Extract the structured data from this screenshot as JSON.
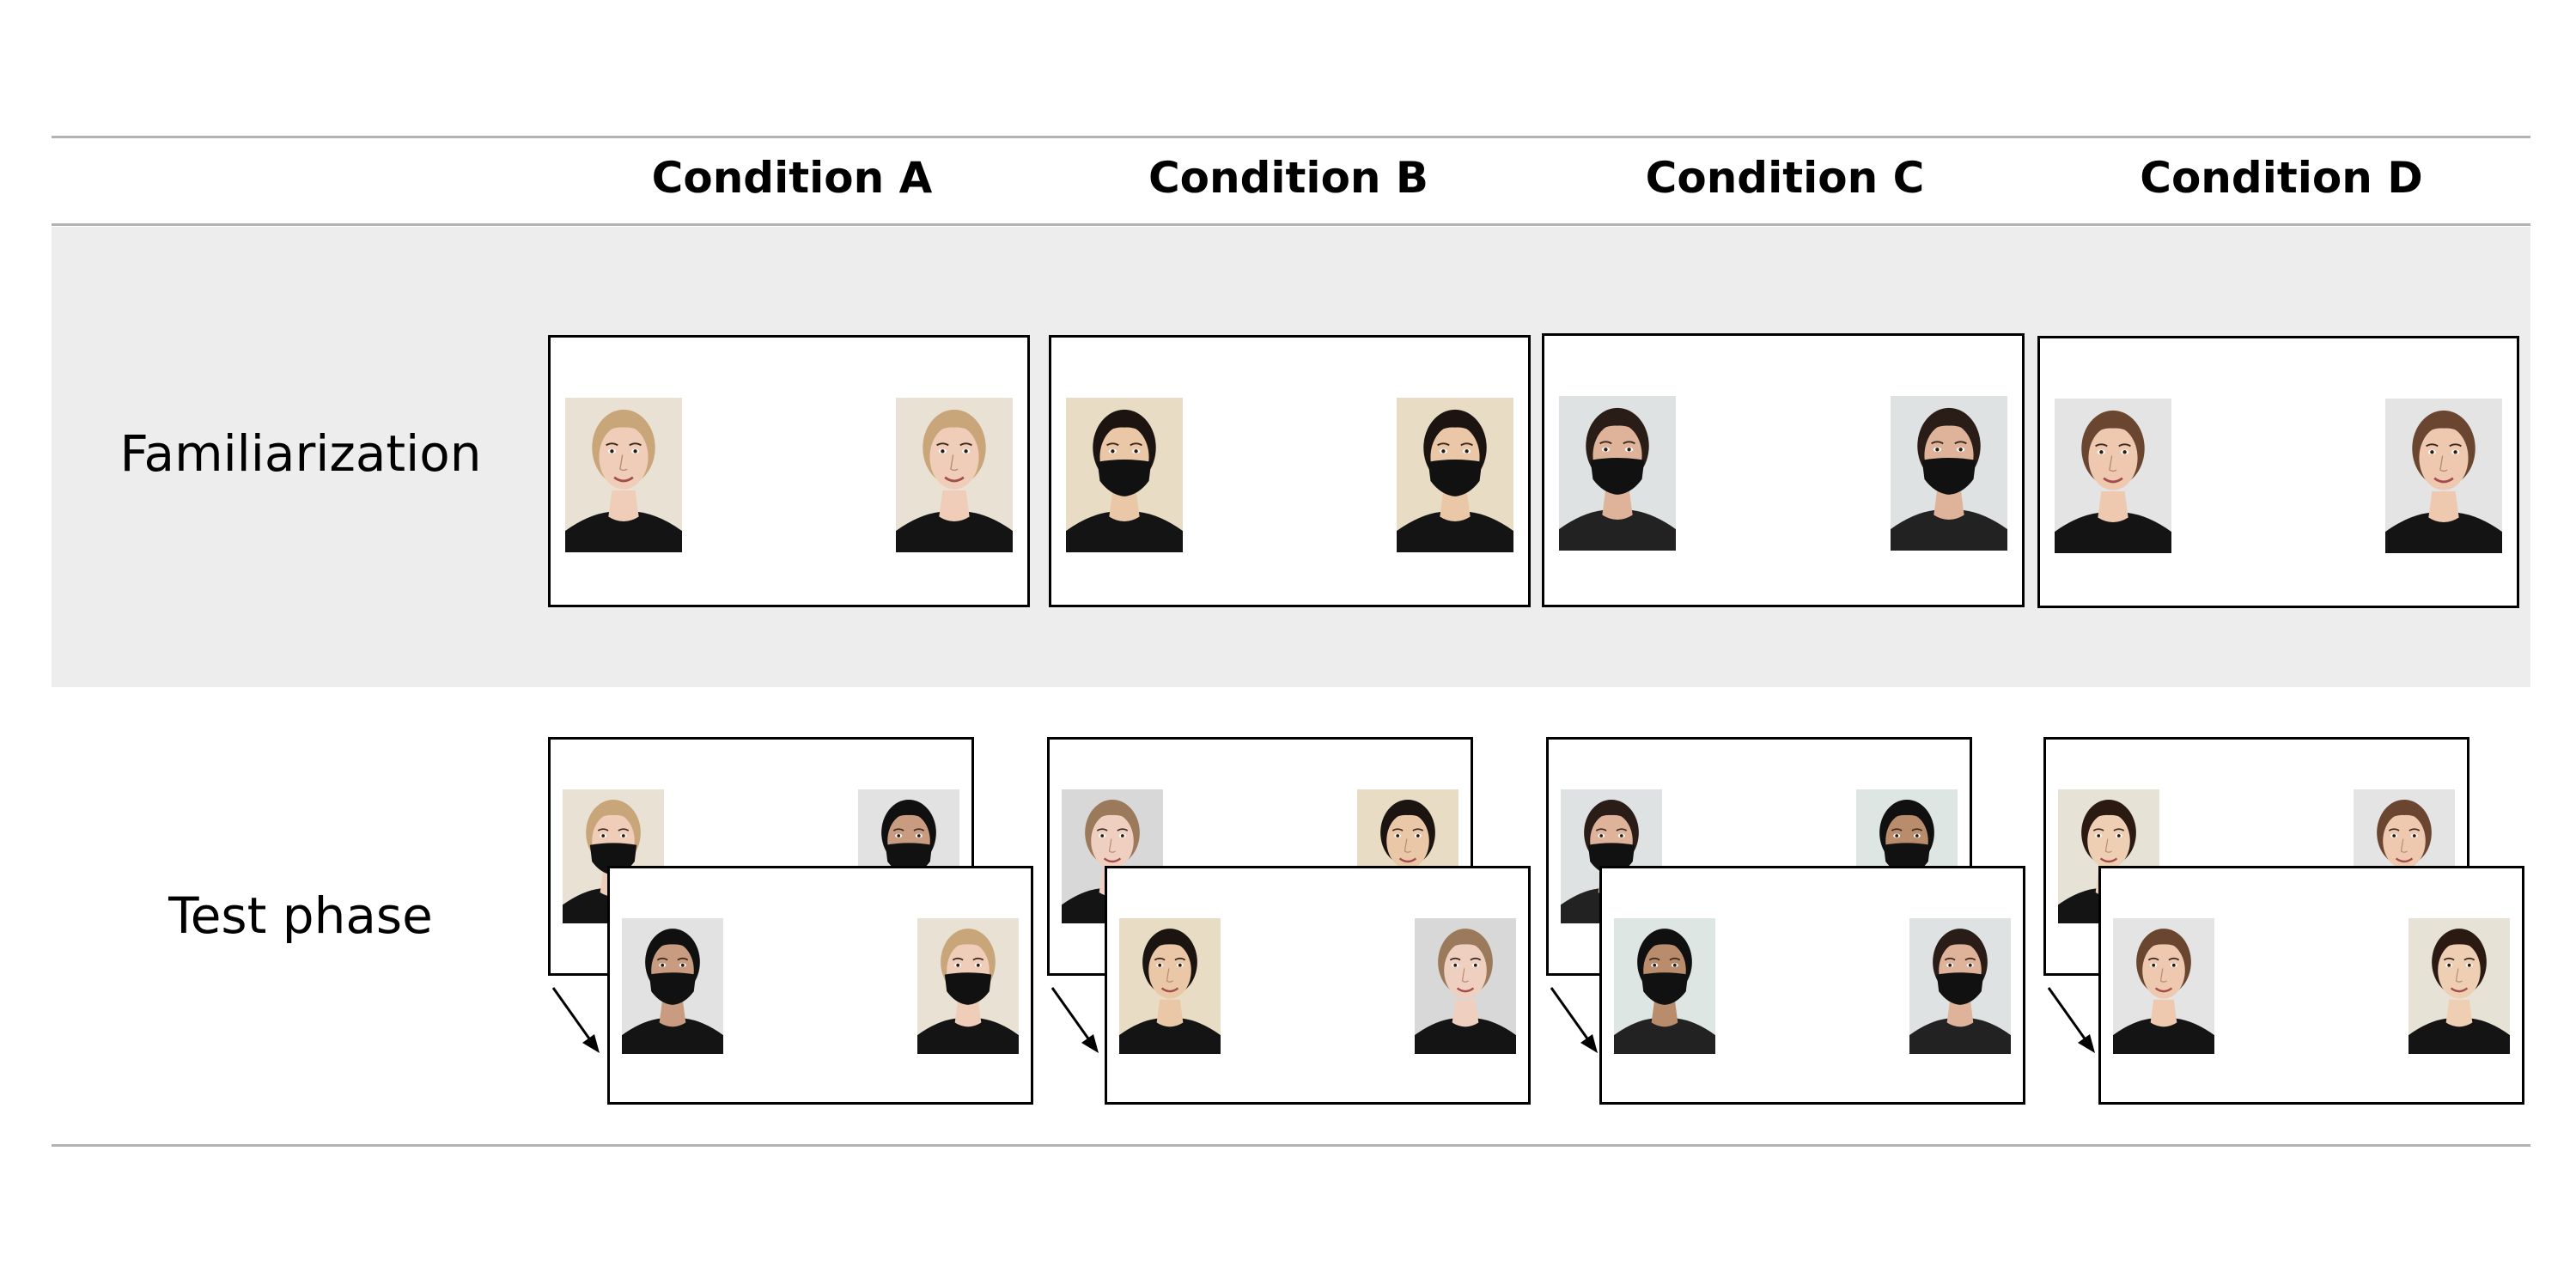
{
  "columns": [
    "Condition A",
    "Condition B",
    "Condition C",
    "Condition D"
  ],
  "rows": [
    "Familiarization",
    "Test phase"
  ],
  "colors": {
    "rule": "#b3b3b3",
    "band": "#ededed",
    "frame": "#000000",
    "mask": "#111111"
  },
  "familiarization": [
    {
      "left": {
        "bg": "#e9e2d4",
        "skin": "#efcdb8",
        "hair": "#c9a67a",
        "shirt": "#141414",
        "mask": false
      },
      "right": {
        "bg": "#e9e2d4",
        "skin": "#efcdb8",
        "hair": "#c9a67a",
        "shirt": "#141414",
        "mask": false
      }
    },
    {
      "left": {
        "bg": "#e8dcc4",
        "skin": "#eac7a6",
        "hair": "#1b1410",
        "shirt": "#141414",
        "mask": true
      },
      "right": {
        "bg": "#e8dcc4",
        "skin": "#eac7a6",
        "hair": "#1b1410",
        "shirt": "#141414",
        "mask": true
      }
    },
    {
      "left": {
        "bg": "#dfe2e2",
        "skin": "#dfb39a",
        "hair": "#2a1c16",
        "shirt": "#222222",
        "mask": true
      },
      "right": {
        "bg": "#dfe2e2",
        "skin": "#dfb39a",
        "hair": "#2a1c16",
        "shirt": "#222222",
        "mask": true
      }
    },
    {
      "left": {
        "bg": "#e4e4e4",
        "skin": "#efc8b0",
        "hair": "#6a4630",
        "shirt": "#141414",
        "mask": false
      },
      "right": {
        "bg": "#e4e4e4",
        "skin": "#efc8b0",
        "hair": "#6a4630",
        "shirt": "#141414",
        "mask": false
      }
    }
  ],
  "test": [
    {
      "back": [
        {
          "bg": "#e9e2d4",
          "skin": "#efcdb8",
          "hair": "#c9a67a",
          "shirt": "#141414",
          "mask": true
        },
        {
          "bg": "#e2e2e2",
          "skin": "#c99b80",
          "hair": "#101010",
          "shirt": "#141414",
          "mask": true
        }
      ],
      "front": [
        {
          "bg": "#e2e2e2",
          "skin": "#c99b80",
          "hair": "#101010",
          "shirt": "#141414",
          "mask": true
        },
        {
          "bg": "#e9e2d4",
          "skin": "#efcdb8",
          "hair": "#c9a67a",
          "shirt": "#141414",
          "mask": true
        }
      ]
    },
    {
      "back": [
        {
          "bg": "#d8d8d8",
          "skin": "#efcfc0",
          "hair": "#9a7a5a",
          "shirt": "#141414",
          "mask": false
        },
        {
          "bg": "#e8dcc4",
          "skin": "#eac7a6",
          "hair": "#1b1410",
          "shirt": "#141414",
          "mask": false
        }
      ],
      "front": [
        {
          "bg": "#e8dcc4",
          "skin": "#eac7a6",
          "hair": "#1b1410",
          "shirt": "#141414",
          "mask": false
        },
        {
          "bg": "#d8d8d8",
          "skin": "#efcfc0",
          "hair": "#9a7a5a",
          "shirt": "#141414",
          "mask": false
        }
      ]
    },
    {
      "back": [
        {
          "bg": "#dfe2e2",
          "skin": "#dfb39a",
          "hair": "#2a1c16",
          "shirt": "#222222",
          "mask": true
        },
        {
          "bg": "#dde6e2",
          "skin": "#b98c6c",
          "hair": "#101010",
          "shirt": "#222222",
          "mask": true
        }
      ],
      "front": [
        {
          "bg": "#dde6e2",
          "skin": "#b98c6c",
          "hair": "#101010",
          "shirt": "#222222",
          "mask": true
        },
        {
          "bg": "#dfe2e2",
          "skin": "#dfb39a",
          "hair": "#2a1c16",
          "shirt": "#222222",
          "mask": true
        }
      ]
    },
    {
      "back": [
        {
          "bg": "#e6e2d6",
          "skin": "#efcfb4",
          "hair": "#2b1a12",
          "shirt": "#141414",
          "mask": false
        },
        {
          "bg": "#e4e4e4",
          "skin": "#efc8b0",
          "hair": "#6a4630",
          "shirt": "#141414",
          "mask": false
        }
      ],
      "front": [
        {
          "bg": "#e4e4e4",
          "skin": "#efc8b0",
          "hair": "#6a4630",
          "shirt": "#141414",
          "mask": false
        },
        {
          "bg": "#e6e2d6",
          "skin": "#efcfb4",
          "hair": "#2b1a12",
          "shirt": "#141414",
          "mask": false
        }
      ]
    }
  ]
}
